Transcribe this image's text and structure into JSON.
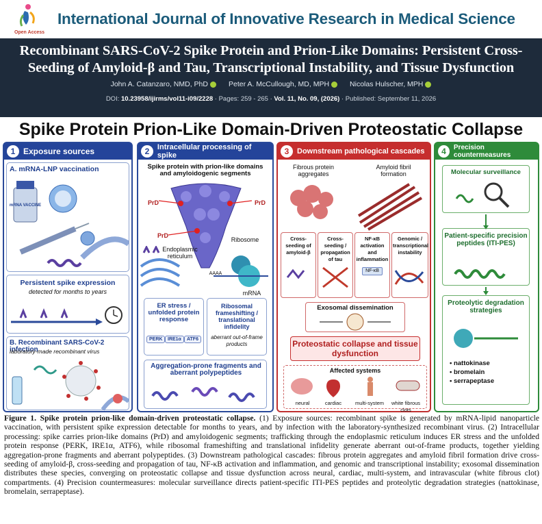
{
  "journal": {
    "title": "International Journal of Innovative Research in Medical Science",
    "access_label": "Open Access"
  },
  "article": {
    "title_line1": "Recombinant SARS-CoV-2 Spike Protein and Prion-Like Domains: Persistent Cross-",
    "title_line2": "Seeding of Amyloid-β and Tau, Transcriptional Instability, and Tissue Dysfunction",
    "authors": [
      "John A. Catanzaro, NMD, PhD",
      "Peter A. McCullough, MD, MPH",
      "Nicolas Hulscher, MPH"
    ],
    "doi_label": "DOI: ",
    "doi": "10.23958/ijirms/vol11-i09/2228",
    "pages": "· Pages: 259 - 265 ·",
    "volume": "Vol. 11, No. 09, (2026)",
    "published": "· Published: September 11, 2026"
  },
  "figure": {
    "title": "Spike Protein Prion-Like Domain-Driven Proteostatic Collapse",
    "panel1": {
      "num": "1",
      "header": "Exposure sources",
      "a_label": "A. mRNA-LNP vaccination",
      "vial_text": "mRNA VACCINE",
      "persistent_title": "Persistent spike expression",
      "persistent_sub": "detected for months to years",
      "b_label": "B. Recombinant SARS-CoV-2 infection",
      "b_sub": "laboratory-made recombinant virus"
    },
    "panel2": {
      "num": "2",
      "header": "Intracellular processing of spike",
      "spike_label": "Spike protein with prion-like domains and amyloidogenic segments",
      "prd": "PrD",
      "er_label": "Endoplasmic reticulum",
      "ribosome_label": "Ribosome",
      "mrna_label": "mRNA",
      "poly_a": "AAAA",
      "er_stress": "ER stress / unfolded protein response",
      "pills": [
        "PERK",
        "IRE1α",
        "ATF6"
      ],
      "ribosomal": "Ribosomal frameshifting / translational infidelity",
      "ribosomal_sub": "aberrant out-of-frame products",
      "aggregation": "Aggregation-prone fragments and aberrant polypeptides"
    },
    "panel3": {
      "num": "3",
      "header": "Downstream pathological cascades",
      "fibrous": "Fibrous protein aggregates",
      "amyloid": "Amyloid fibril formation",
      "cascades": [
        "Cross-seeding of amyloid-β",
        "Cross-seeding / propagation of tau",
        "NF-κB activation and inflammation",
        "Genomic / transcriptional instability"
      ],
      "nfkb": "NF-κB",
      "exosomal": "Exosomal dissemination",
      "collapse": "Proteostatic collapse and tissue dysfunction",
      "affected": "Affected systems",
      "systems": [
        "neural",
        "cardiac",
        "multi-system",
        "white fibrous clots"
      ]
    },
    "panel4": {
      "num": "4",
      "header": "Precision countermeasures",
      "surveillance": "Molecular surveillance",
      "peptides": "Patient-specific precision peptides (ITI-PES)",
      "proteolytic": "Proteolytic degradation strategies",
      "enzymes": [
        "• nattokinase",
        "• bromelain",
        "• serrapeptase"
      ]
    }
  },
  "caption": {
    "lead": "Figure 1. Spike protein prion-like domain-driven proteostatic collapse.",
    "body": " (1) Exposure sources: recombinant spike is generated by mRNA-lipid nanoparticle vaccination, with persistent spike expression detectable for months to years, and by infection with the laboratory-synthesized recombinant virus. (2) Intracellular processing: spike carries prion-like domains (PrD) and amyloidogenic segments; trafficking through the endoplasmic reticulum induces ER stress and the unfolded protein response (PERK, IRE1α, ATF6), while ribosomal frameshifting and translational infidelity generate aberrant out-of-frame products, together yielding aggregation-prone fragments and aberrant polypeptides. (3) Downstream pathological cascades: fibrous protein aggregates and amyloid fibril formation drive cross-seeding of amyloid-β, cross-seeding and propagation of tau, NF-κB activation and inflammation, and genomic and transcriptional instability; exosomal dissemination distributes these species, converging on proteostatic collapse and tissue dysfunction across neural, cardiac, multi-system, and intravascular (white fibrous clot) compartments. (4) Precision countermeasures: molecular surveillance directs patient-specific ITI-PES peptides and proteolytic degradation strategies (nattokinase, bromelain, serrapeptase)."
  }
}
